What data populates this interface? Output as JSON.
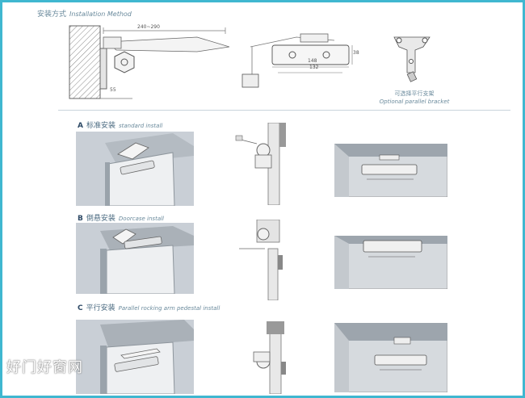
{
  "header": {
    "title_cn": "安装方式",
    "title_en": "Installation Method"
  },
  "top_dims": {
    "span": "240~290",
    "offset": "55",
    "length1": "148",
    "length2": "132",
    "height": "38"
  },
  "optional_bracket": {
    "label_cn": "可选择平行支架",
    "label_en": "Optional parallel bracket"
  },
  "sections": [
    {
      "letter": "A",
      "label_cn": "标准安装",
      "label_en": "standard install"
    },
    {
      "letter": "B",
      "label_cn": "倒悬安装",
      "label_en": "Doorcase install"
    },
    {
      "letter": "C",
      "label_cn": "平行安装",
      "label_en": "Parallel rocking arm pedestal install"
    }
  ],
  "watermark": "好门好窗网",
  "colors": {
    "frame": "#3fb7d0",
    "wall_gray": "#c9cfd6",
    "wall_dark": "#9aa3ab",
    "line": "#6b6b6b"
  }
}
